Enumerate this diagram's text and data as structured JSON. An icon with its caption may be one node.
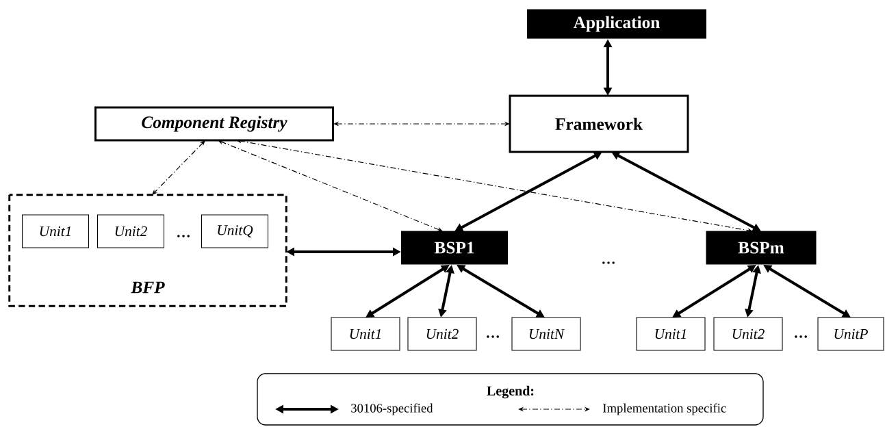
{
  "diagram": {
    "nodes": [
      {
        "text": [
          "Application"
        ]
      },
      {
        "text": [
          "Framework"
        ]
      },
      {
        "text": [
          "*Component Registry*"
        ]
      },
      {
        "text": [
          "BFP"
        ]
      },
      {
        "text": [
          "Unit1"
        ],
        "in": 3
      },
      {
        "text": [
          "Unit2"
        ],
        "in": 3
      },
      {
        "text": [
          "UnitQ"
        ],
        "in": 3
      },
      {
        "text": [
          "BSP1"
        ]
      },
      {
        "text": [
          "BSPm"
        ]
      },
      {
        "text": [
          "Unit1"
        ]
      },
      {
        "text": [
          "Unit2"
        ]
      },
      {
        "text": [
          "UnitN"
        ]
      },
      {
        "text": [
          "Unit1"
        ]
      },
      {
        "text": [
          "Unit2"
        ]
      },
      {
        "text": [
          "UnitP"
        ]
      }
    ],
    "edges": [
      {
        "from": 1,
        "to": 0,
        "arrow": "both"
      },
      {
        "from": 2,
        "to": 1,
        "arrow": "both",
        "style": "dashed"
      },
      {
        "from": 2,
        "to": 3,
        "arrow": "both",
        "style": "dashed"
      },
      {
        "from": 2,
        "to": 7,
        "arrow": "both",
        "style": "dashed"
      },
      {
        "from": 2,
        "to": 8,
        "arrow": "both",
        "style": "dashed"
      },
      {
        "from": 1,
        "to": 7,
        "arrow": "both"
      },
      {
        "from": 1,
        "to": 8,
        "arrow": "both"
      },
      {
        "from": 3,
        "to": 7,
        "arrow": "both"
      },
      {
        "from": 7,
        "to": 9,
        "arrow": "both"
      },
      {
        "from": 7,
        "to": 10,
        "arrow": "both"
      },
      {
        "from": 7,
        "to": 11,
        "arrow": "both"
      },
      {
        "from": 8,
        "to": 12,
        "arrow": "both"
      },
      {
        "from": 8,
        "to": 13,
        "arrow": "both"
      },
      {
        "from": 8,
        "to": 14,
        "arrow": "both"
      }
    ],
    "labels": [
      "…",
      "…",
      "…",
      "…",
      "Legend:"
    ],
    "legend": [
      {
        "text": "30106-specified"
      },
      {
        "text": "Implementation specific"
      }
    ]
  }
}
